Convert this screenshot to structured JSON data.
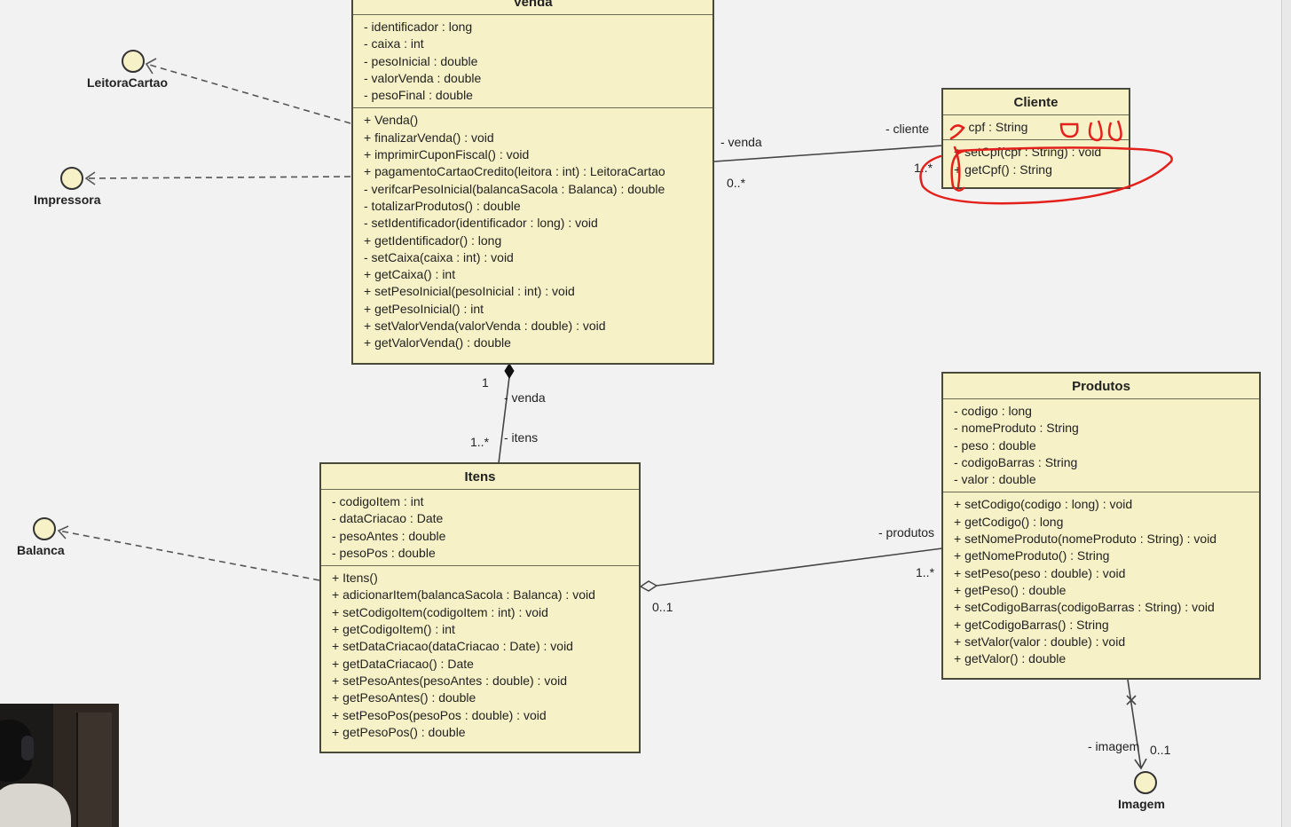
{
  "classes": {
    "venda": {
      "name": "Venda",
      "attributes": [
        "- identificador : long",
        "- caixa : int",
        "- pesoInicial : double",
        "- valorVenda : double",
        "- pesoFinal : double"
      ],
      "methods": [
        "+ Venda()",
        "+ finalizarVenda() : void",
        "+ imprimirCuponFiscal() : void",
        "+ pagamentoCartaoCredito(leitora : int) : LeitoraCartao",
        "- verifcarPesoInicial(balancaSacola : Balanca) : double",
        "- totalizarProdutos() : double",
        "- setIdentificador(identificador : long) : void",
        "+ getIdentificador() : long",
        "- setCaixa(caixa : int) : void",
        "+ getCaixa() : int",
        "+ setPesoInicial(pesoInicial : int) : void",
        "+ getPesoInicial() : int",
        "+ setValorVenda(valorVenda : double) : void",
        "+ getValorVenda() : double"
      ]
    },
    "cliente": {
      "name": "Cliente",
      "attributes": [
        "- cpf : String"
      ],
      "methods": [
        "+ setCpf(cpf : String) : void",
        "+ getCpf() : String"
      ]
    },
    "itens": {
      "name": "Itens",
      "attributes": [
        "- codigoItem : int",
        "- dataCriacao : Date",
        "- pesoAntes : double",
        "- pesoPos : double"
      ],
      "methods": [
        "+ Itens()",
        "+ adicionarItem(balancaSacola : Balanca) : void",
        "+ setCodigoItem(codigoItem : int) : void",
        "+ getCodigoItem() : int",
        "+ setDataCriacao(dataCriacao : Date) : void",
        "+ getDataCriacao() : Date",
        "+ setPesoAntes(pesoAntes : double) : void",
        "+ getPesoAntes() : double",
        "+ setPesoPos(pesoPos : double) : void",
        "+ getPesoPos() : double"
      ]
    },
    "produtos": {
      "name": "Produtos",
      "attributes": [
        "- codigo : long",
        "- nomeProduto : String",
        "- peso : double",
        "- codigoBarras : String",
        "- valor : double"
      ],
      "methods": [
        "+ setCodigo(codigo : long) : void",
        "+ getCodigo() : long",
        "+ setNomeProduto(nomeProduto : String) : void",
        "+ getNomeProduto() : String",
        "+ setPeso(peso : double) : void",
        "+ getPeso() : double",
        "+ setCodigoBarras(codigoBarras : String) : void",
        "+ getCodigoBarras() : String",
        "+ setValor(valor : double) : void",
        "+ getValor() : double"
      ]
    }
  },
  "interfaces": {
    "leitora": "LeitoraCartao",
    "impressora": "Impressora",
    "balanca": "Balanca",
    "imagem": "Imagem"
  },
  "associations": {
    "venda_cliente": {
      "role_cliente": "- cliente",
      "role_venda": "- venda",
      "mult_cliente": "1..*",
      "mult_venda": "0..*"
    },
    "venda_itens": {
      "mult_venda": "1",
      "role_venda": "- venda",
      "mult_itens": "1..*",
      "role_itens": "- itens"
    },
    "itens_produtos": {
      "role_produtos": "- produtos",
      "mult_produtos": "1..*",
      "mult_itens": "0..1"
    },
    "produtos_imagem": {
      "role_imagem": "- imagem",
      "mult_imagem": "0..1"
    }
  },
  "colors": {
    "class_fill": "#f6f1c6",
    "border": "#4a4a3a",
    "annotation": "#e3201b",
    "background": "#f2f2f2"
  }
}
